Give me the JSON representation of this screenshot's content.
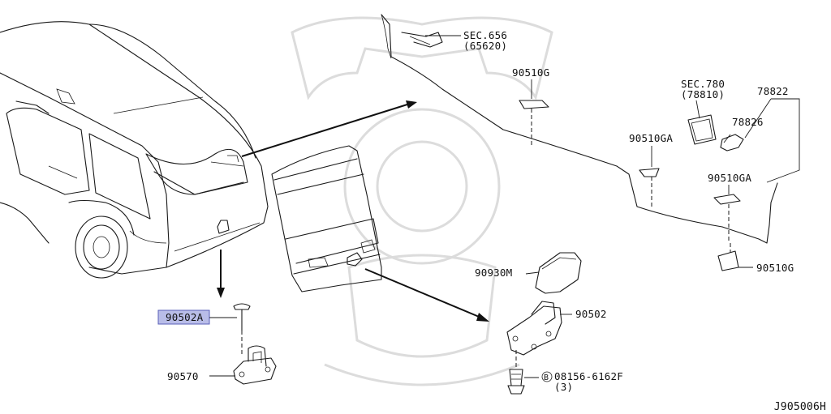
{
  "diagram": {
    "code": "J905006H",
    "parts": {
      "sec656": {
        "line1": "SEC.656",
        "line2": "(65620)"
      },
      "sec780": {
        "line1": "SEC.780",
        "line2": "(78810)"
      },
      "p90510G_top": "90510G",
      "p90510G_bottom": "90510G",
      "p90510GA_left": "90510GA",
      "p90510GA_right": "90510GA",
      "p78822": "78822",
      "p78826": "78826",
      "p90930M": "90930M",
      "p90502": "90502",
      "p90502A": "90502A",
      "p90570": "90570",
      "bolt": {
        "symbol": "B",
        "number": "08156-6162F",
        "qty": "(3)"
      }
    },
    "highlight_color": "#b9bde8"
  }
}
